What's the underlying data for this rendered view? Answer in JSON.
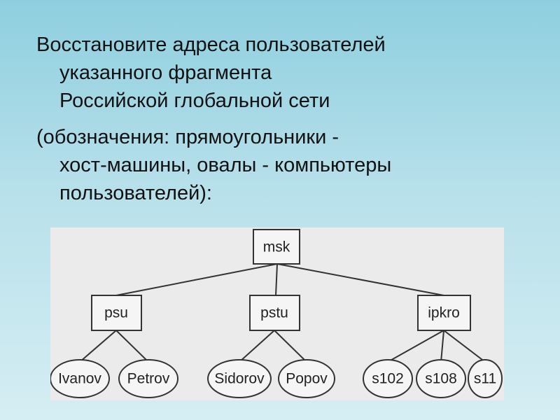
{
  "task": {
    "paragraph1": {
      "line1": "Восстановите адреса пользователей",
      "line2": "указанного фрагмента",
      "line3": "Российской глобальной сети"
    },
    "paragraph2": {
      "line1": "(обозначения: прямоугольники -",
      "line2": "хост-машины, овалы - компьютеры",
      "line3": "пользователей):"
    }
  },
  "diagram": {
    "root": {
      "label": "msk",
      "shape": "rect"
    },
    "hosts": [
      {
        "label": "psu",
        "shape": "rect",
        "users": [
          "Ivanov",
          "Petrov"
        ]
      },
      {
        "label": "pstu",
        "shape": "rect",
        "users": [
          "Sidorov",
          "Popov"
        ]
      },
      {
        "label": "ipkro",
        "shape": "rect",
        "users": [
          "s102",
          "s108",
          "s11"
        ]
      }
    ]
  }
}
